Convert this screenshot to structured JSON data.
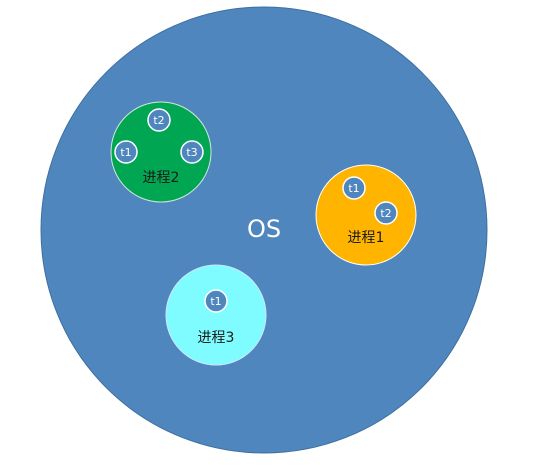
{
  "os": {
    "label": "OS",
    "fill": "#4f86bd",
    "stroke": "#3f6fa0"
  },
  "thread_style": {
    "fill": "#4f86bd",
    "stroke": "#ffffff"
  },
  "processes": [
    {
      "label": "进程1",
      "fill": "#ffb400",
      "stroke": "#ffffff",
      "threads": [
        "t1",
        "t2"
      ]
    },
    {
      "label": "进程2",
      "fill": "#00a651",
      "stroke": "#cfe9d9",
      "threads": [
        "t2",
        "t1",
        "t3"
      ]
    },
    {
      "label": "进程3",
      "fill": "#7ffcff",
      "stroke": "#cfe6ff",
      "threads": [
        "t1"
      ]
    }
  ]
}
